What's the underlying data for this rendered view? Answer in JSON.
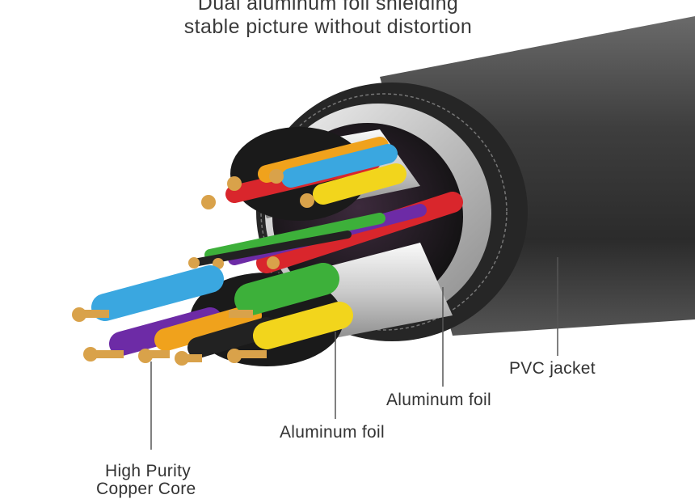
{
  "headline": {
    "line1": "Dual aluminum foil shielding",
    "line2": "stable picture without distortion"
  },
  "labels": {
    "pvc_jacket": "PVC jacket",
    "aluminum_foil_outer": "Aluminum foil",
    "aluminum_foil_inner": "Aluminum foil",
    "copper_line1": "High Purity",
    "copper_line2": "Copper Core"
  },
  "colors": {
    "jacket": "#333333",
    "foil": "#d6d6d6",
    "copper": "#d9a24a",
    "wire_blue": "#3aa7e0",
    "wire_yellow": "#f2d51c",
    "wire_red": "#d9262c",
    "wire_green": "#3db03a",
    "wire_purple": "#6d2ba6",
    "wire_orange": "#f0a21c",
    "wire_black": "#222222"
  }
}
